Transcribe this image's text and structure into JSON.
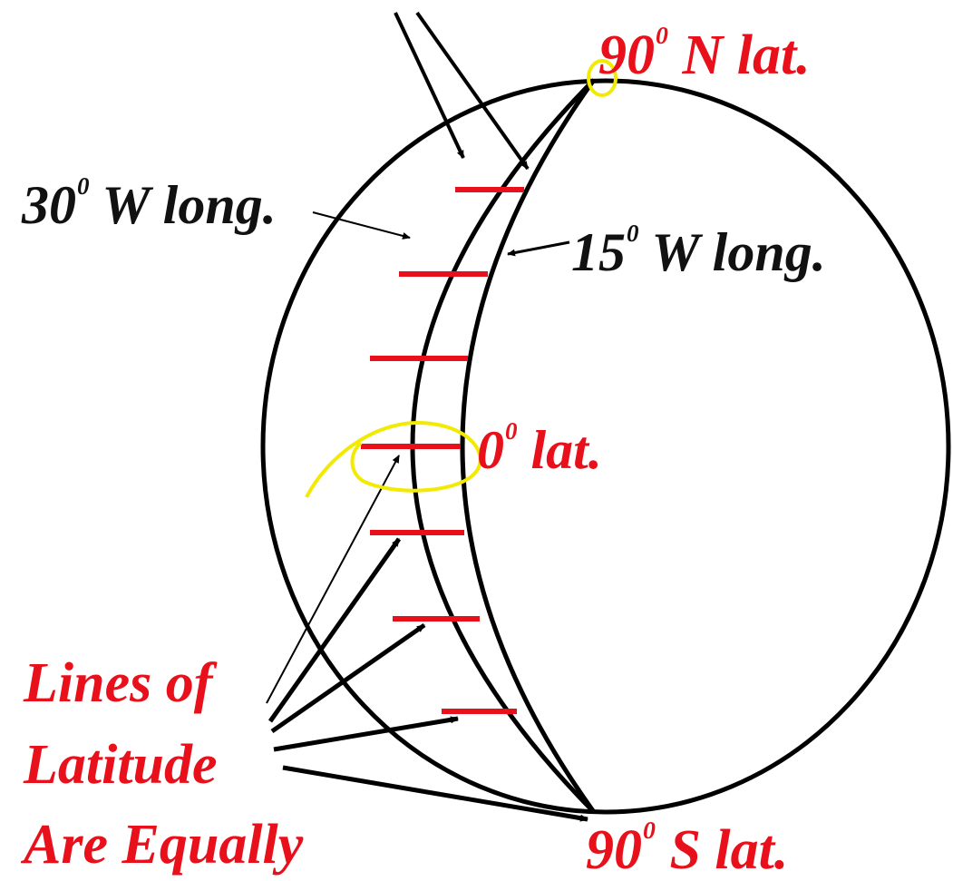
{
  "labels": {
    "north_pole": {
      "num": "90",
      "deg": "0",
      "text": " N lat."
    },
    "south_pole": {
      "num": "90",
      "deg": "0",
      "text": " S lat."
    },
    "equator": {
      "num": "0",
      "deg": "0",
      "text": " lat."
    },
    "long_30w": {
      "num": "30",
      "deg": "0",
      "text": " W long."
    },
    "long_15w": {
      "num": "15",
      "deg": "0",
      "text": " W long."
    },
    "latitude_note": [
      "Lines of",
      "Latitude",
      "Are Equally"
    ]
  },
  "colors": {
    "outline": "#000000",
    "latitude_lines": "#e8101a",
    "label_red": "#e8101a",
    "highlight": "#f2ea00"
  }
}
